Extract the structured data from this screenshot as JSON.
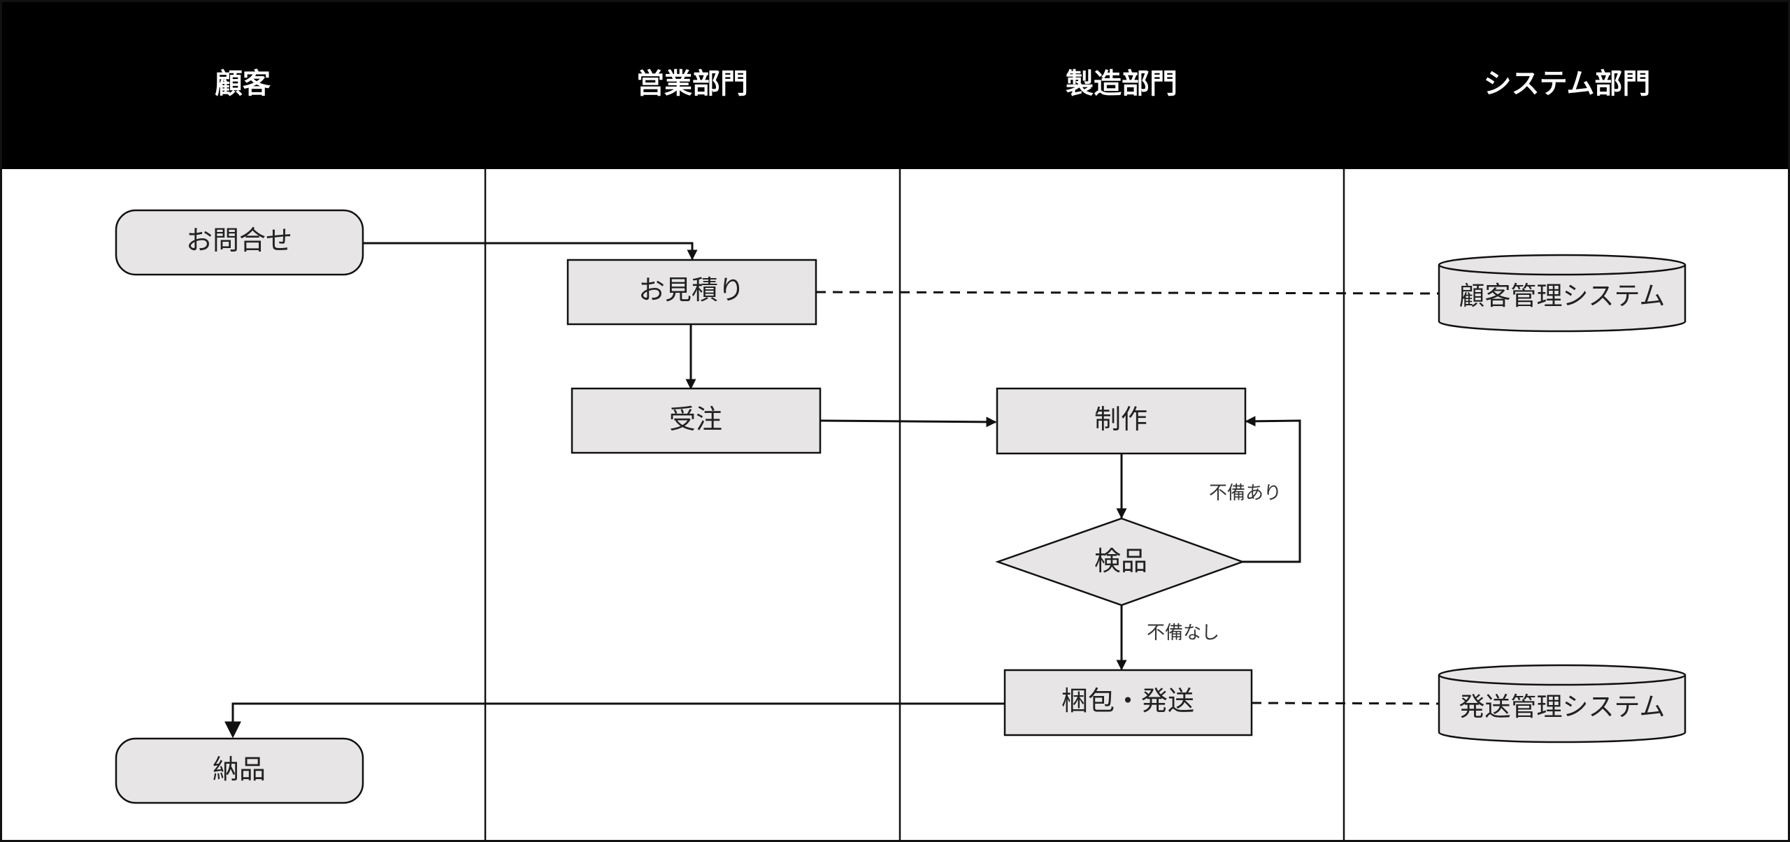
{
  "lanes": [
    {
      "label": "顧客"
    },
    {
      "label": "営業部門"
    },
    {
      "label": "製造部門"
    },
    {
      "label": "システム部門"
    }
  ],
  "nodes": {
    "inquiry": {
      "label": "お問合せ"
    },
    "estimate": {
      "label": "お見積り"
    },
    "order": {
      "label": "受注"
    },
    "production": {
      "label": "制作"
    },
    "inspection": {
      "label": "検品"
    },
    "packing": {
      "label": "梱包・発送"
    },
    "delivery": {
      "label": "納品"
    },
    "crm_system": {
      "label": "顧客管理システム"
    },
    "shipping_system": {
      "label": "発送管理システム"
    }
  },
  "edge_labels": {
    "defect_yes": "不備あり",
    "defect_no": "不備なし"
  },
  "colors": {
    "header_bg": "#000000",
    "header_text": "#ffffff",
    "node_fill": "#e7e5e6",
    "stroke": "#111111"
  }
}
